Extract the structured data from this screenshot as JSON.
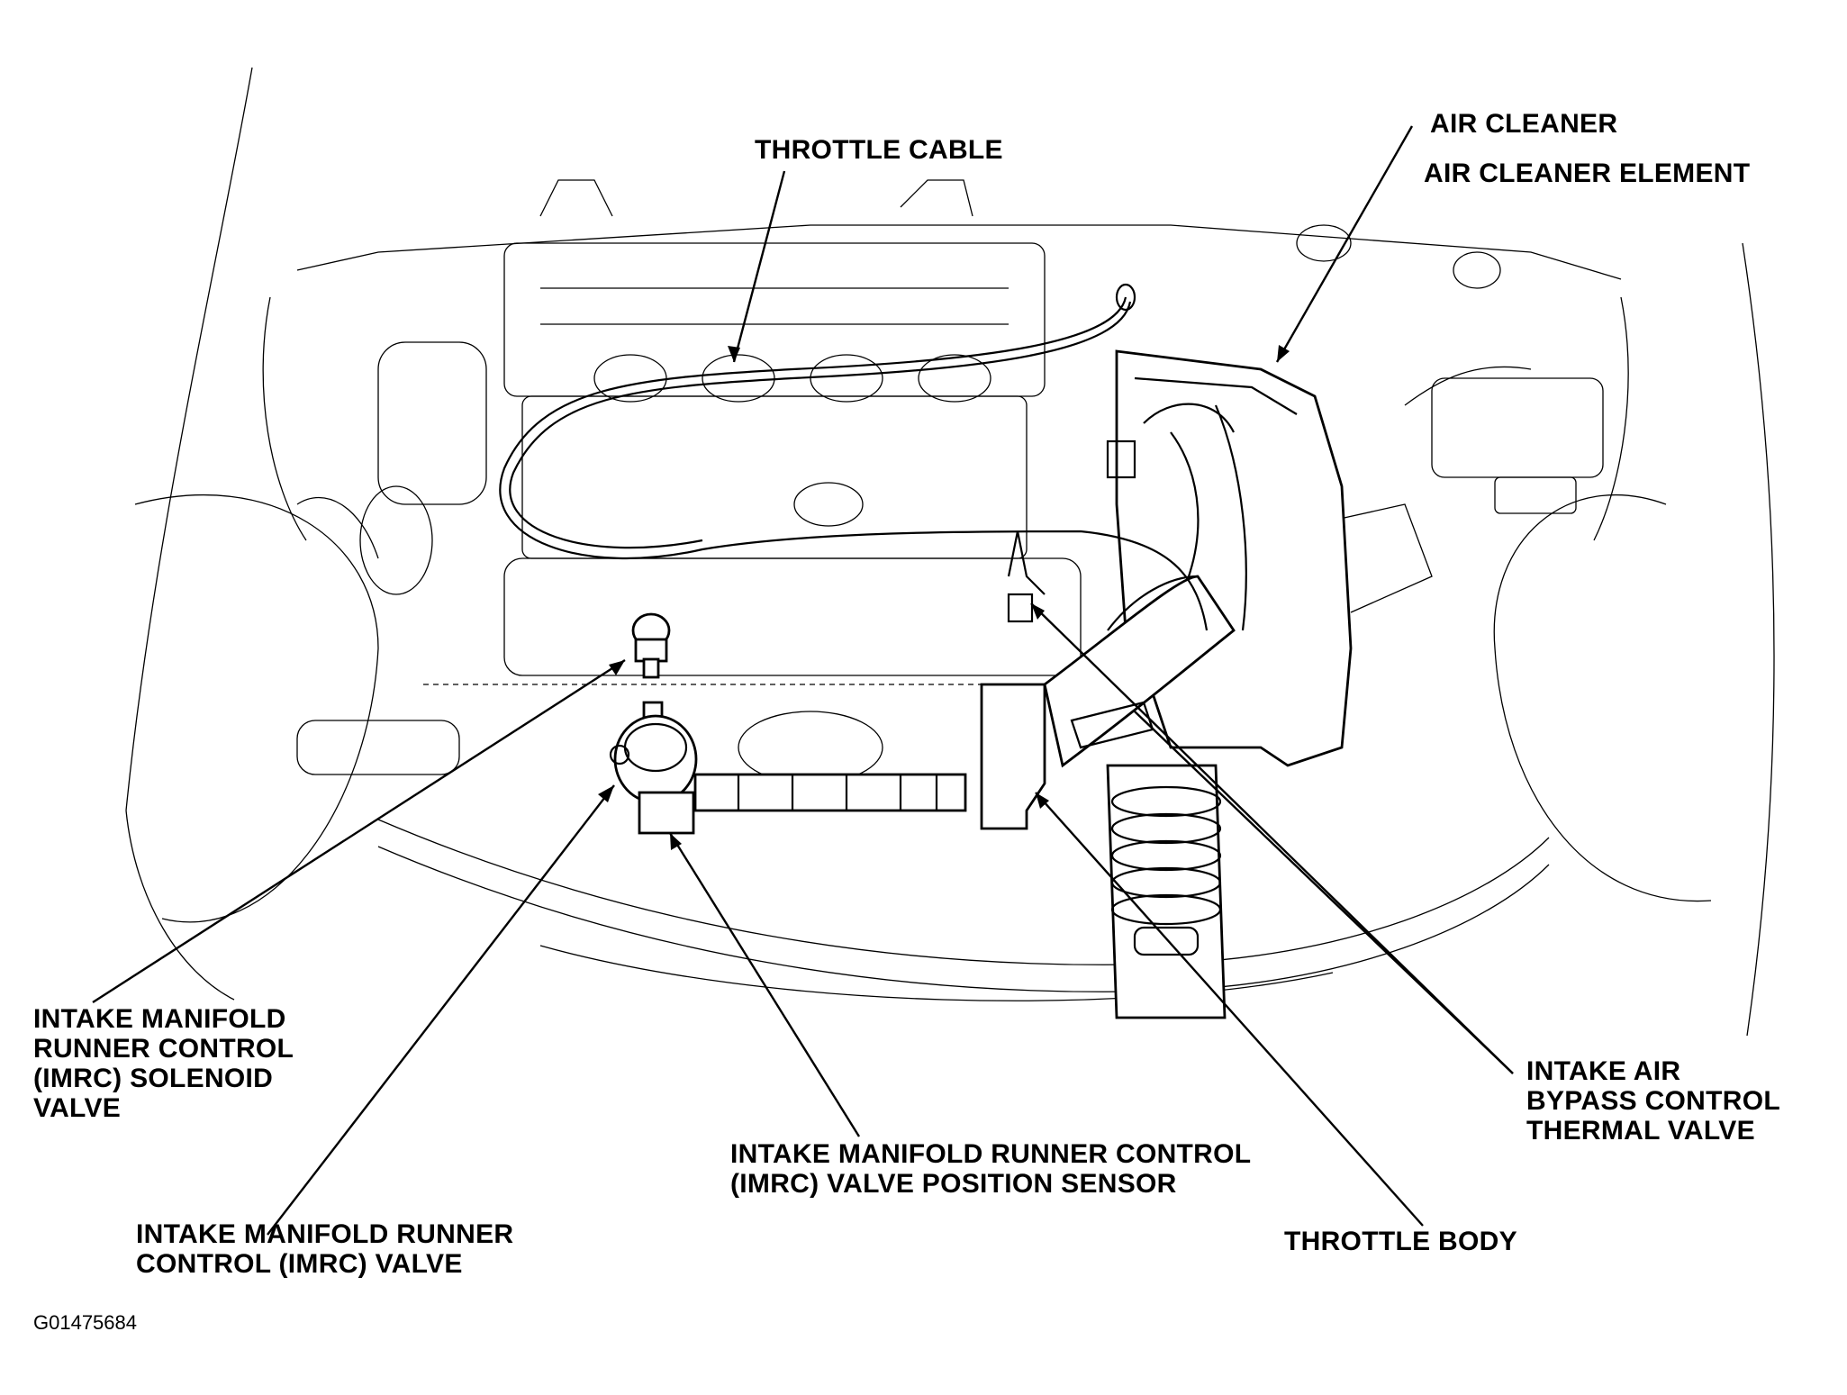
{
  "labels": {
    "throttle_cable": "THROTTLE CABLE",
    "air_cleaner": "AIR CLEANER",
    "air_cleaner_element": "AIR CLEANER ELEMENT",
    "imrc_solenoid_valve": [
      "INTAKE MANIFOLD",
      "RUNNER CONTROL",
      "(IMRC) SOLENOID",
      "VALVE"
    ],
    "imrc_valve": [
      "INTAKE MANIFOLD RUNNER",
      "CONTROL (IMRC) VALVE"
    ],
    "imrc_position_sensor": [
      "INTAKE MANIFOLD RUNNER CONTROL",
      "(IMRC) VALVE POSITION SENSOR"
    ],
    "throttle_body": "THROTTLE BODY",
    "bypass_thermal_valve": [
      "INTAKE AIR",
      "BYPASS CONTROL",
      "THERMAL VALVE"
    ]
  },
  "figure_id": "G01475684"
}
